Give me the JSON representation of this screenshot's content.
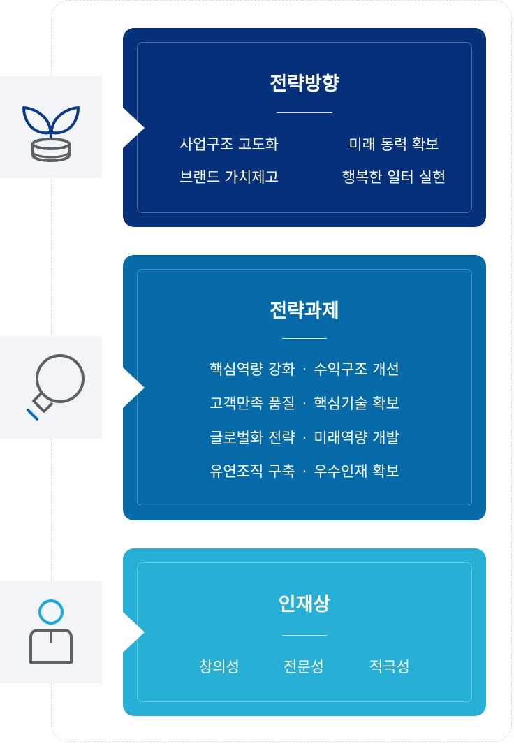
{
  "colors": {
    "card1": "#06307a",
    "card2": "#0669a8",
    "card3": "#27afd5",
    "icon_gray": "#5d6066",
    "icon_blue": "#0a6fbf",
    "icon_cyan": "#1aa9d6"
  },
  "icons": [
    "sprout-icon",
    "lightbulb-icon",
    "person-icon"
  ],
  "direction": {
    "title": "전략방향",
    "items": [
      "사업구조 고도화",
      "미래 동력 확보",
      "브랜드 가치제고",
      "행복한 일터 실현"
    ]
  },
  "tasks": {
    "title": "전략과제",
    "separator": "·",
    "rows": [
      {
        "left": "핵심역량 강화",
        "right": "수익구조 개선"
      },
      {
        "left": "고객만족 품질",
        "right": "핵심기술 확보"
      },
      {
        "left": "글로벌화 전략",
        "right": "미래역량 개발"
      },
      {
        "left": "유연조직 구축",
        "right": "우수인재 확보"
      }
    ]
  },
  "talent": {
    "title": "인재상",
    "items": [
      "창의성",
      "전문성",
      "적극성"
    ]
  }
}
